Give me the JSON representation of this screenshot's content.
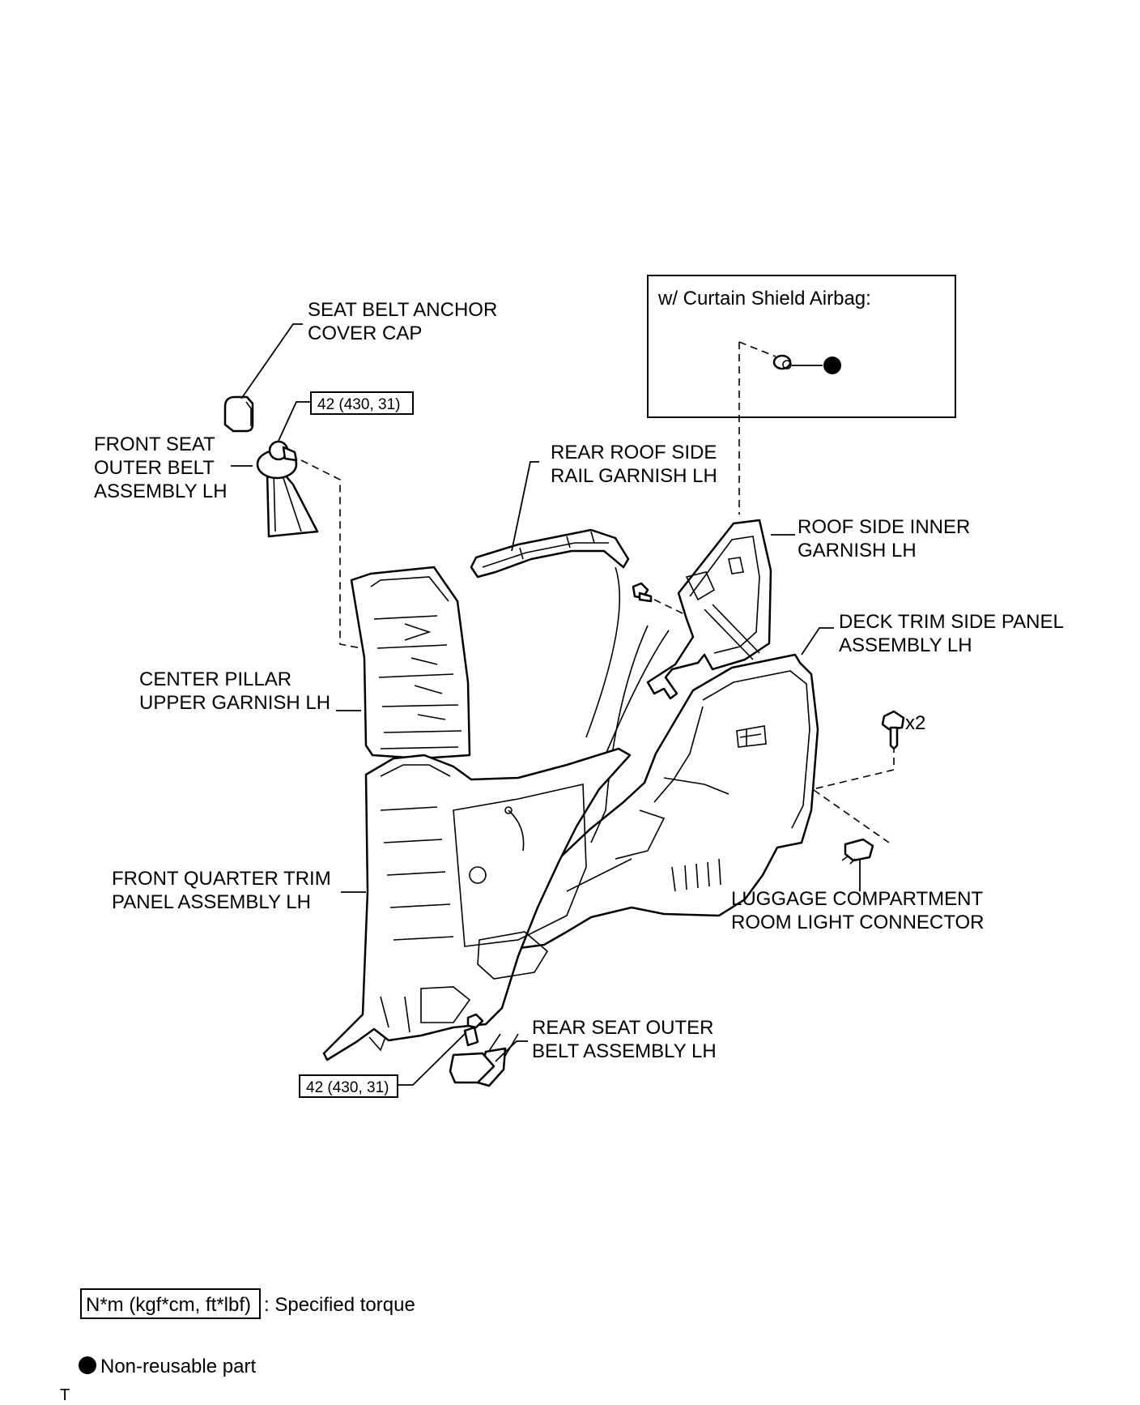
{
  "callouts": {
    "seat_belt_anchor_cover_cap": [
      "SEAT BELT ANCHOR",
      "COVER CAP"
    ],
    "front_seat_outer_belt": [
      "FRONT SEAT",
      "OUTER BELT",
      "ASSEMBLY LH"
    ],
    "center_pillar_upper_garnish": [
      "CENTER PILLAR",
      "UPPER GARNISH LH"
    ],
    "front_quarter_trim_panel": [
      "FRONT QUARTER TRIM",
      "PANEL ASSEMBLY LH"
    ],
    "rear_roof_side_rail_garnish": [
      "REAR ROOF SIDE",
      "RAIL GARNISH LH"
    ],
    "roof_side_inner_garnish": [
      "ROOF SIDE INNER",
      "GARNISH LH"
    ],
    "deck_trim_side_panel": [
      "DECK TRIM SIDE PANEL",
      "ASSEMBLY LH"
    ],
    "luggage_compartment_light_connector": [
      "LUGGAGE COMPARTMENT",
      "ROOM LIGHT CONNECTOR"
    ],
    "rear_seat_outer_belt": [
      "REAR SEAT OUTER",
      "BELT ASSEMBLY LH"
    ]
  },
  "inset": {
    "title": "w/ Curtain Shield Airbag:"
  },
  "torque": {
    "upper": "42 (430, 31)",
    "lower": "42 (430, 31)"
  },
  "quantity": {
    "bolt": "x2"
  },
  "legend": {
    "torque_box": "N*m (kgf*cm, ft*lbf)",
    "torque_text": ": Specified torque",
    "nonreusable_text": "Non-reusable part"
  },
  "footer": {
    "mark": "T"
  }
}
